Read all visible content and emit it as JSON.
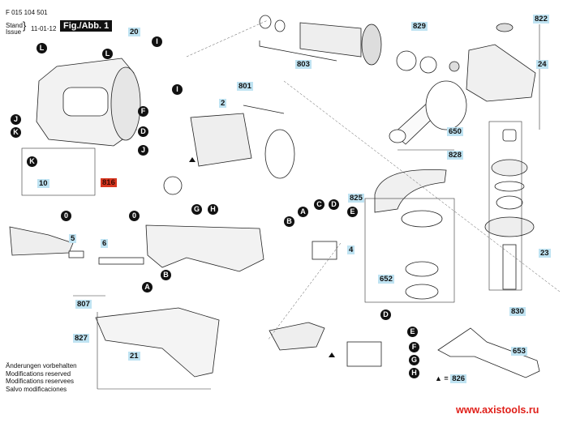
{
  "header": {
    "document_number": "F 015 104 501",
    "stand_label": "Stand",
    "issue_label": "Issue",
    "issue_date": "11-01-12",
    "figure_label": "Fig./Abb. 1"
  },
  "footer": {
    "notes": [
      "Änderungen vorbehalten",
      "Modifications reserved",
      "Modifications reservees",
      "Salvo modificaciones"
    ],
    "triangle_legend_symbol": "▲ =",
    "triangle_legend_value": "826",
    "website": "www.axistools.ru"
  },
  "part_numbers": [
    "20",
    "803",
    "801",
    "2",
    "829",
    "822",
    "24",
    "650",
    "828",
    "816",
    "10",
    "825",
    "5",
    "6",
    "807",
    "4",
    "652",
    "23",
    "830",
    "827",
    "21",
    "653"
  ],
  "highlighted_part": "816",
  "connector_letters": [
    "A",
    "B",
    "C",
    "D",
    "E",
    "F",
    "G",
    "H",
    "I",
    "J",
    "K",
    "L",
    "0"
  ],
  "colors": {
    "part_tag_bg": "#bfe3f2",
    "highlight_tag_bg": "#d8361f",
    "url": "#e0201a"
  }
}
